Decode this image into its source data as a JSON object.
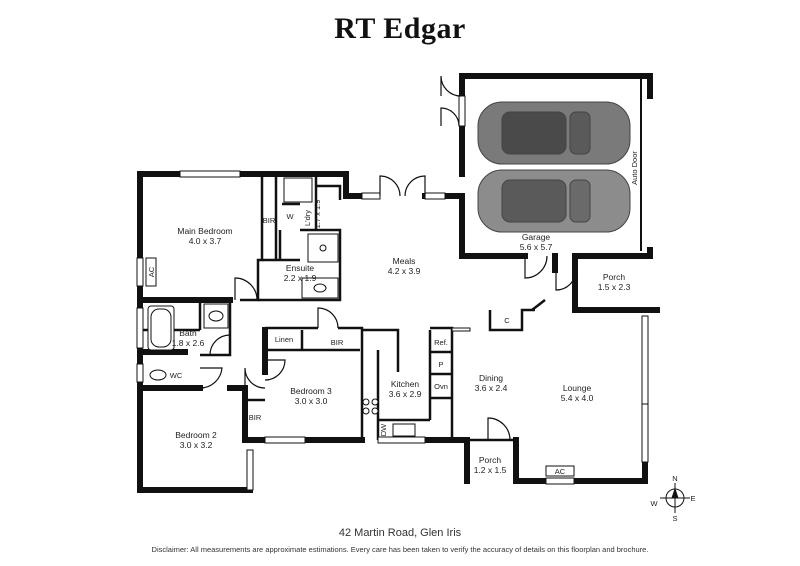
{
  "brand": "RT Edgar",
  "rooms": {
    "main_bedroom": {
      "name": "Main Bedroom",
      "dims": "4.0 x 3.7"
    },
    "bir1": "BIR",
    "w": "W",
    "ldry": {
      "name": "L'dry",
      "dims": "1.7 x 1.9"
    },
    "ensuite": {
      "name": "Ensuite",
      "dims": "2.2 x 1.9"
    },
    "meals": {
      "name": "Meals",
      "dims": "4.2 x 3.9"
    },
    "garage": {
      "name": "Garage",
      "dims": "5.6 x 5.7"
    },
    "auto_door": "Auto Door",
    "porch_right": {
      "name": "Porch",
      "dims": "1.5 x 2.3"
    },
    "c": "C",
    "bath": {
      "name": "Bath",
      "dims": "1.8 x 2.6"
    },
    "wc": "WC",
    "linen": "Linen",
    "bir2": "BIR",
    "bedroom3": {
      "name": "Bedroom 3",
      "dims": "3.0 x 3.0"
    },
    "kitchen": {
      "name": "Kitchen",
      "dims": "3.6 x 2.9"
    },
    "ref": "Ref.",
    "p": "P",
    "ovn": "Ovn",
    "dw": "DW",
    "dining": {
      "name": "Dining",
      "dims": "3.6 x 2.4"
    },
    "lounge": {
      "name": "Lounge",
      "dims": "5.4 x 4.0"
    },
    "bedroom2": {
      "name": "Bedroom 2",
      "dims": "3.0 x 3.2"
    },
    "bir3": "BIR",
    "porch_front": {
      "name": "Porch",
      "dims": "1.2 x 1.5"
    },
    "ac1": "AC",
    "ac2": "AC"
  },
  "compass": {
    "n": "N",
    "e": "E",
    "s": "S",
    "w": "W"
  },
  "address": "42 Martin Road, Glen Iris",
  "disclaimer": "Disclaimer: All measurements are approximate estimations. Every care has been taken to verify the accuracy of details on this floorplan and brochure."
}
